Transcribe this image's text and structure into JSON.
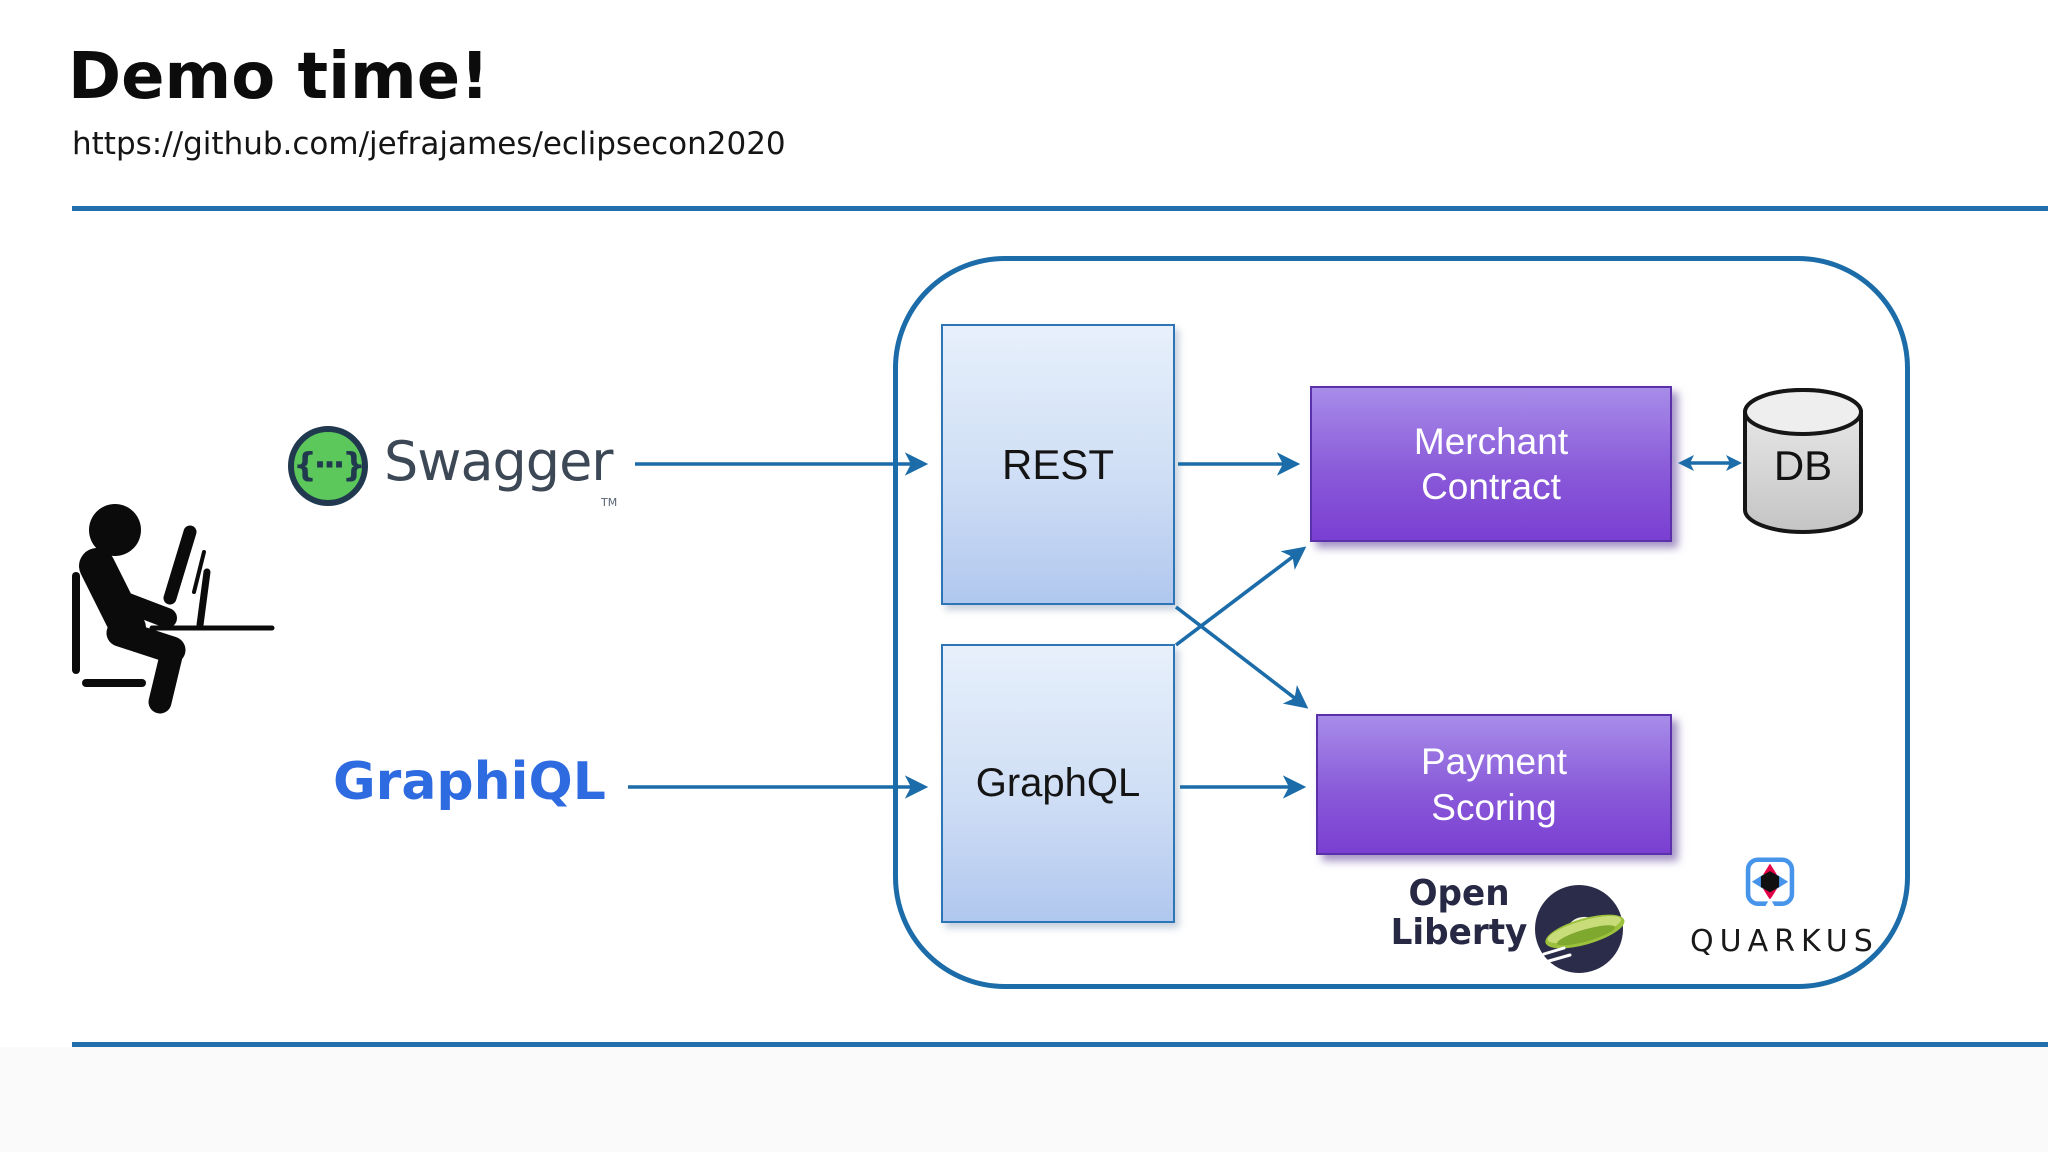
{
  "header": {
    "title": "Demo time!",
    "url": "https://github.com/jefrajames/eclipsecon2020"
  },
  "left_panel": {
    "swagger": {
      "glyph": "{···}",
      "word": "Swagger",
      "trademark": "TM"
    },
    "graphiql": {
      "word": "GraphiQL"
    }
  },
  "diagram": {
    "rest": {
      "label": "REST"
    },
    "graphql": {
      "label": "GraphQL"
    },
    "merchant_contract": {
      "line1": "Merchant",
      "line2": "Contract"
    },
    "payment_scoring": {
      "line1": "Payment",
      "line2": "Scoring"
    },
    "db": {
      "label": "DB"
    },
    "logos": {
      "open_liberty": {
        "line1": "Open",
        "line2": "Liberty"
      },
      "quarkus": {
        "label": "QUARKUS"
      }
    }
  },
  "colors": {
    "divider_blue": "#2170ad",
    "container_border": "#1b6ca8",
    "arrow_blue": "#1b6ca8",
    "node_blue_border": "#2e75b6",
    "node_blue_fill_top": "#e7f0fb",
    "node_blue_fill_bottom": "#b0c7ee",
    "node_purple_fill_top": "#a78ce9",
    "node_purple_fill_bottom": "#7a3fd2",
    "swagger_green": "#5cc85c",
    "swagger_navy": "#20394e",
    "graphiql_blue": "#2f6be0",
    "open_liberty_navy": "#262844",
    "quarkus_blue": "#4695eb",
    "quarkus_red": "#e40046"
  }
}
